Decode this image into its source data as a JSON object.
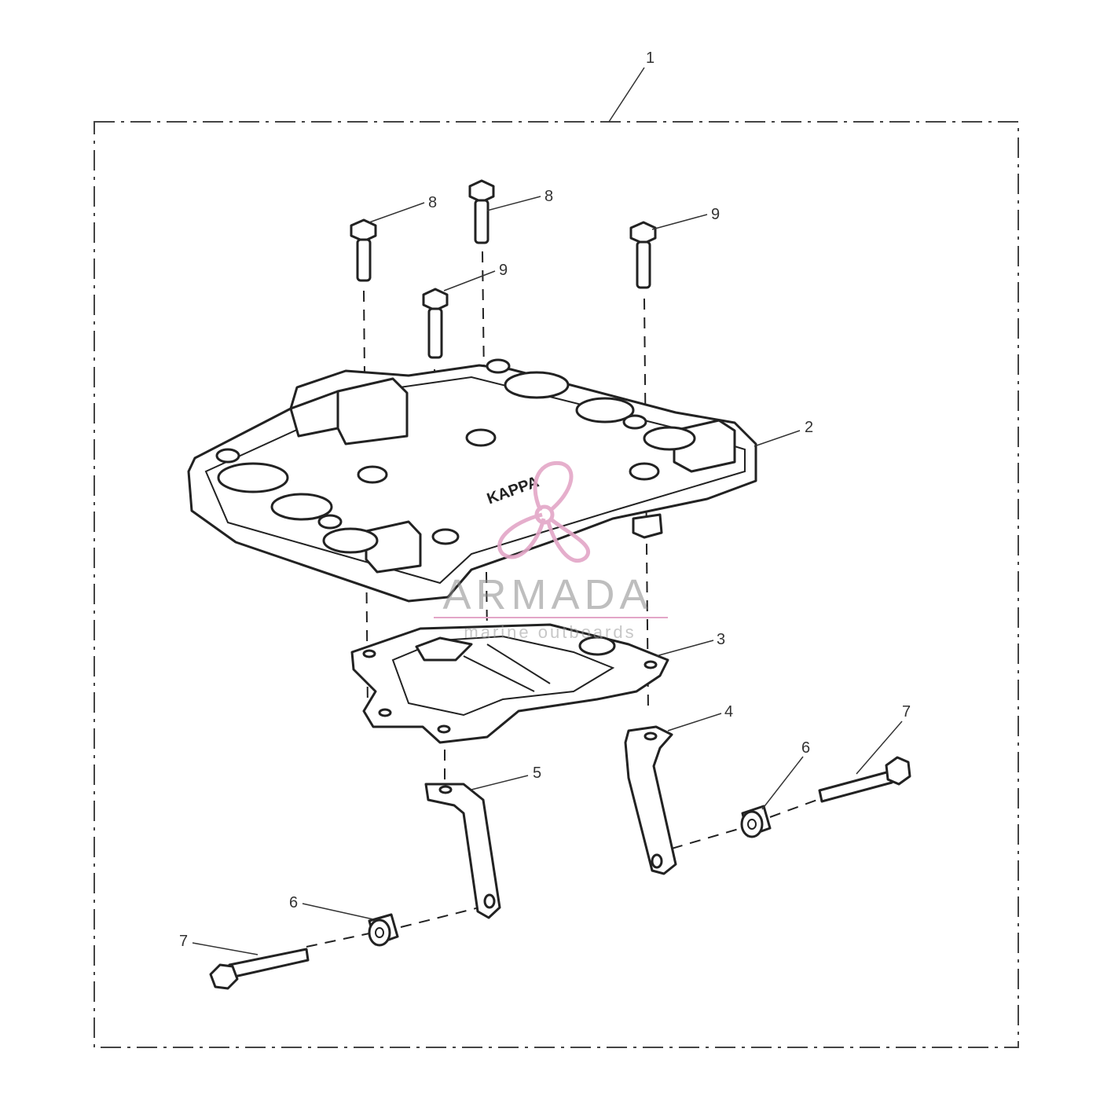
{
  "callouts": {
    "c1": "1",
    "c2": "2",
    "c3": "3",
    "c4": "4",
    "c5": "5",
    "c6a": "6",
    "c6b": "6",
    "c7a": "7",
    "c7b": "7",
    "c8a": "8",
    "c8b": "8",
    "c9a": "9",
    "c9b": "9"
  },
  "rack_label": "KAPPA",
  "watermark": {
    "name": "ARMADA",
    "tagline": "marine outboards",
    "color": "#e3a6c7"
  }
}
